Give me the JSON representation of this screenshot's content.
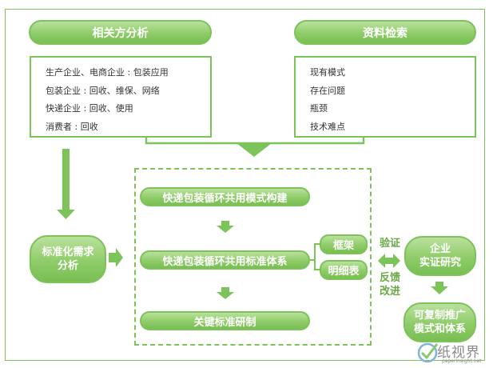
{
  "stakeholder": {
    "title": "相关方分析",
    "items": [
      "生产企业、电商企业 : 包装应用",
      "包装企业 : 回收、维保、网络",
      "快递企业 : 回收、使用",
      "消费者 : 回收"
    ]
  },
  "research": {
    "title": "资料检索",
    "items": [
      "现有模式",
      "存在问题",
      "瓶颈",
      "技术难点"
    ]
  },
  "demand": {
    "line1": "标准化需求",
    "line2": "分析"
  },
  "core": {
    "step1": "快递包装循环共用模式构建",
    "step2": "快递包装循环共用标准体系",
    "step3": "关键标准研制",
    "tag_frame": "框架",
    "tag_detail": "明细表"
  },
  "feedback": {
    "top": "验证",
    "bottom_line1": "反馈",
    "bottom_line2": "改进"
  },
  "enterprise": {
    "line1": "企业",
    "line2": "实证研究"
  },
  "output": {
    "line1": "可复制推广",
    "line2": "模式和体系"
  },
  "watermark": {
    "title": "纸视界",
    "subtitle": "paperinsight.net"
  },
  "colors": {
    "accent": "#7cc35a",
    "fill": "#8fcc69",
    "text_dark": "#333333"
  }
}
